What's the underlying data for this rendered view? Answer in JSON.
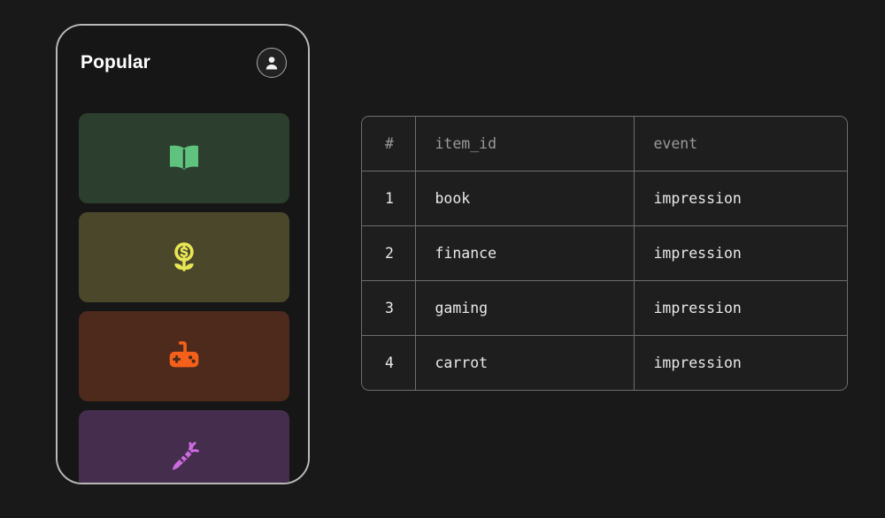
{
  "phone": {
    "title": "Popular",
    "avatar_icon": "user-avatar-icon",
    "cards": [
      {
        "item_id": "book",
        "icon": "open-book-icon",
        "bg": "#2c3f2f",
        "fg": "#5fc27e"
      },
      {
        "item_id": "finance",
        "icon": "money-plant-icon",
        "bg": "#4a472b",
        "fg": "#e8e655"
      },
      {
        "item_id": "gaming",
        "icon": "gamepad-icon",
        "bg": "#4d2a1c",
        "fg": "#f4601a"
      },
      {
        "item_id": "carrot",
        "icon": "carrot-icon",
        "bg": "#452d4d",
        "fg": "#cc6ae0"
      }
    ]
  },
  "table": {
    "columns": [
      "#",
      "item_id",
      "event"
    ],
    "rows": [
      {
        "index": "1",
        "item_id": "book",
        "event": "impression"
      },
      {
        "index": "2",
        "item_id": "finance",
        "event": "impression"
      },
      {
        "index": "3",
        "item_id": "gaming",
        "event": "impression"
      },
      {
        "index": "4",
        "item_id": "carrot",
        "event": "impression"
      }
    ]
  },
  "colors": {
    "page_background": "#191919",
    "phone_border": "#b9b9b9",
    "table_border": "#6e6e6e",
    "table_cell_background": "#1e1e1e",
    "header_text": "#9a9a9a",
    "body_text": "#e9e9e9"
  }
}
